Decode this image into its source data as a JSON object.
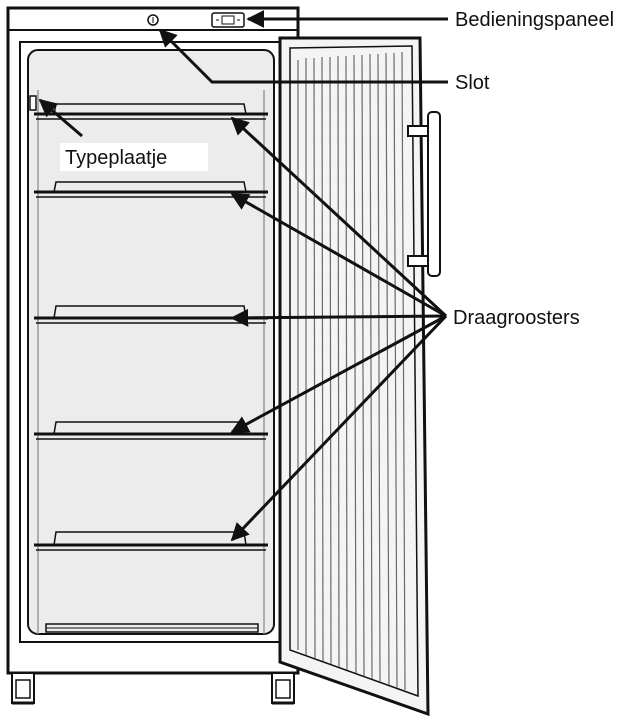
{
  "labels": {
    "control_panel": "Bedieningspaneel",
    "lock": "Slot",
    "type_plate": "Typeplaatje",
    "shelves": "Draagroosters"
  },
  "colors": {
    "line": "#111111",
    "interior": "#ececec",
    "door_fill": "#f4f4f4",
    "background": "#ffffff"
  },
  "icons": {
    "lock": "lock-icon",
    "control_panel": "control-panel-icon",
    "handle": "door-handle-icon",
    "wheel": "caster-wheel-icon"
  }
}
